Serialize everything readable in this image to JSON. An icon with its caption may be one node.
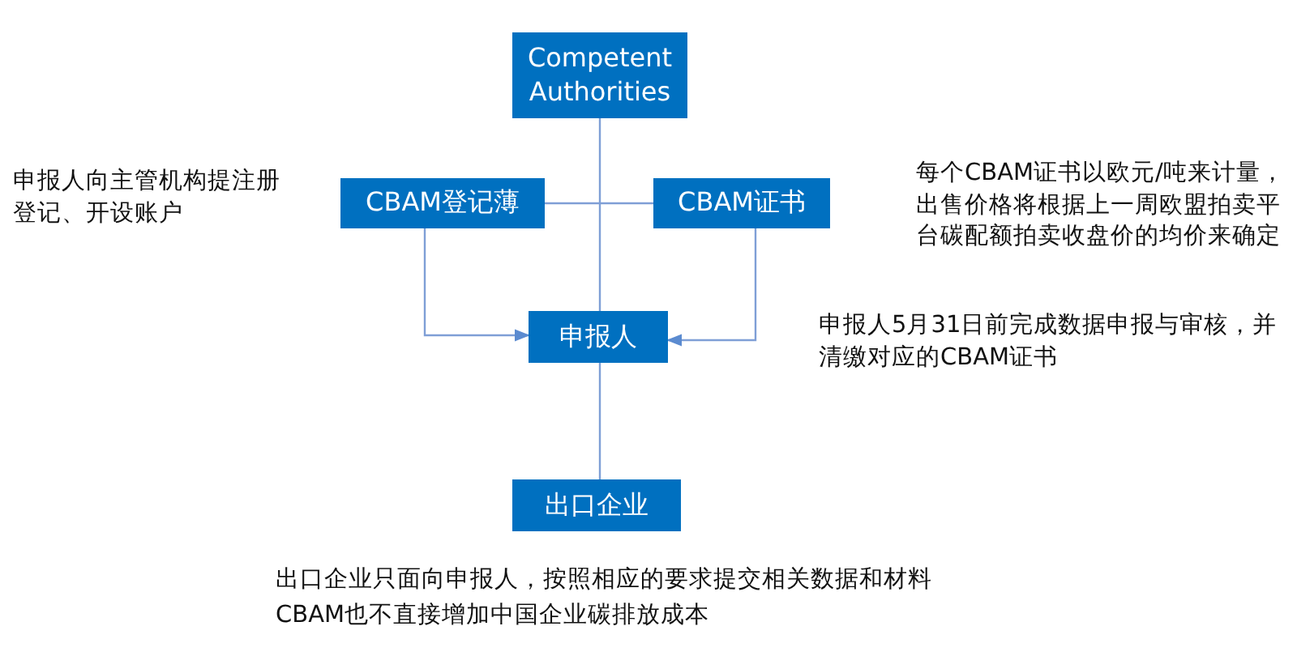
{
  "diagram": {
    "nodes": [
      {
        "text": [
          "Competent Authorities"
        ]
      },
      {
        "text": [
          "CBAM登记薄"
        ]
      },
      {
        "text": [
          "申报人"
        ]
      },
      {
        "text": [
          "CBAM证书"
        ]
      },
      {
        "text": [
          "出口企业"
        ]
      }
    ],
    "edges": [
      {
        "from": 0,
        "to": 2,
        "arrow": "none"
      },
      {
        "from": 1,
        "to": 3,
        "arrow": "none"
      },
      {
        "from": 1,
        "to": 2,
        "arrow": "to"
      },
      {
        "from": 3,
        "to": 2,
        "arrow": "to"
      },
      {
        "from": 2,
        "to": 4,
        "arrow": "none"
      }
    ],
    "labels": [
      "申报人向主管机构提注册登记、开设账户",
      "每个CBAM证书以欧元/吨来计量，出售价格将根据上一周欧盟拍卖平台碳配额拍卖收盘价的均价来确定",
      "申报人5月31日前完成数据申报与审核，并清缴对应的CBAM证书",
      "出口企业只面向申报人，按照相应的要求提交相关数据和材料",
      "CBAM也不直接增加中国企业碳排放成本"
    ]
  }
}
